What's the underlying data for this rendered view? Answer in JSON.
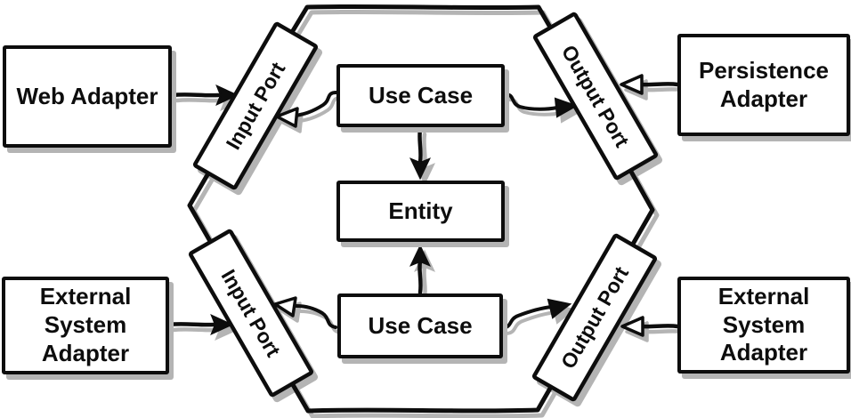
{
  "colors": {
    "ink": "#0d0d0d",
    "shadow": "#b4b4b4",
    "background": "#ffffff"
  },
  "adapters": {
    "web": "Web Adapter",
    "persistence": "Persistence\nAdapter",
    "external_left": "External\nSystem\nAdapter",
    "external_right": "External\nSystem\nAdapter"
  },
  "core": {
    "use_case_top": "Use Case",
    "entity": "Entity",
    "use_case_bottom": "Use Case"
  },
  "ports": {
    "input_top": "Input Port",
    "output_top": "Output Port",
    "input_bottom": "Input Port",
    "output_bottom": "Output Port"
  }
}
